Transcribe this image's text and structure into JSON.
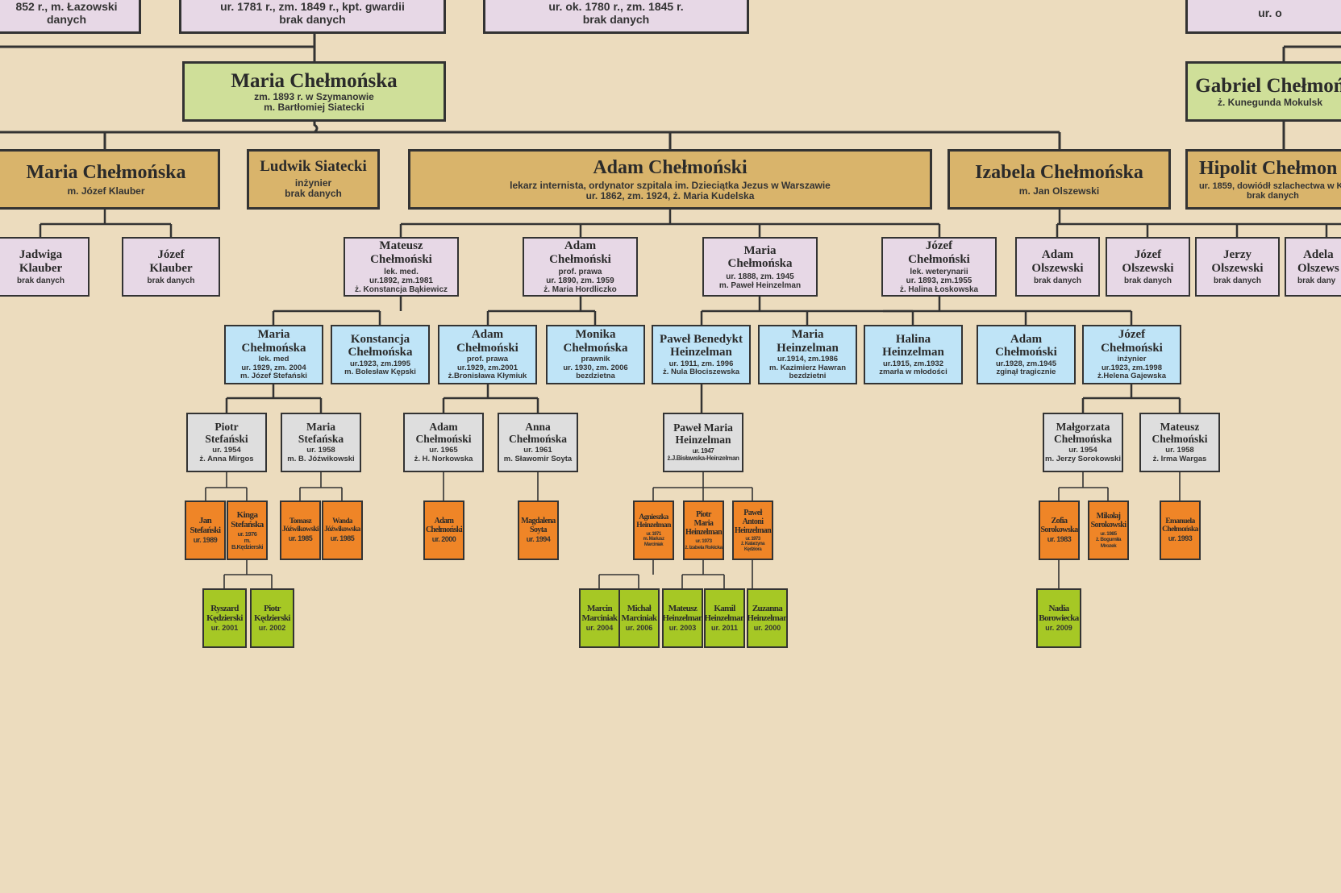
{
  "colors": {
    "background": "#ecdcbe",
    "line": "#333333",
    "generation_top": "#e7d8e6",
    "generation_1": "#cfdf99",
    "generation_2": "#d9b46b",
    "generation_3": "#e7d8e6",
    "generation_4": "#bfe4f7",
    "generation_5": "#dedede",
    "generation_6": "#ef8527",
    "generation_7": "#a6c825"
  },
  "people": [
    {
      "id": "t1",
      "name": "",
      "desc": "852 r.,  m. Łazowski\n danych"
    },
    {
      "id": "t2",
      "name": "",
      "desc": "ur. 1781 r., zm. 1849 r.,  kpt. gwardii\nbrak danych"
    },
    {
      "id": "t3",
      "name": "",
      "desc": "ur. ok. 1780 r., zm. 1845 r.\nbrak danych"
    },
    {
      "id": "t4",
      "name": "",
      "desc": "ur. o"
    },
    {
      "id": "g1a",
      "name": "Maria Chełmońska",
      "desc": "zm. 1893 r. w Szymanowie\nm. Bartłomiej Siatecki"
    },
    {
      "id": "g1b",
      "name": "Gabriel Chełmoń",
      "desc": "ż. Kunegunda Mokulsk"
    },
    {
      "id": "g2a",
      "name": "Maria Chełmońska",
      "desc": "m. Józef Klauber"
    },
    {
      "id": "g2b",
      "name": "Ludwik Siatecki",
      "desc": "inżynier\nbrak danych"
    },
    {
      "id": "g2c",
      "name": "Adam Chełmoński",
      "desc": "lekarz internista, ordynator szpitala im. Dzieciątka Jezus w Warszawie\nur. 1862, zm. 1924,  ż. Maria Kudelska"
    },
    {
      "id": "g2d",
      "name": "Izabela Chełmońska",
      "desc": "m. Jan Olszewski"
    },
    {
      "id": "g2e",
      "name": "Hipolit Chełmon",
      "desc": "ur. 1859, dowiódł szlachectwa w Kr\nbrak danych"
    },
    {
      "id": "g3a",
      "name": "Jadwiga\nKlauber",
      "desc": "brak danych"
    },
    {
      "id": "g3b",
      "name": "Józef\nKlauber",
      "desc": "brak danych"
    },
    {
      "id": "g3c",
      "name": "Mateusz\nChełmoński",
      "desc": "lek. med.\nur.1892, zm.1981\nż. Konstancja Bąkiewicz"
    },
    {
      "id": "g3d",
      "name": "Adam\nChełmoński",
      "desc": "prof. prawa\nur. 1890, zm. 1959\nż. Maria Hordliczko"
    },
    {
      "id": "g3e",
      "name": "Maria\nChełmońska",
      "desc": "ur. 1888, zm. 1945\nm. Paweł Heinzelman"
    },
    {
      "id": "g3f",
      "name": "Józef\nChełmoński",
      "desc": "lek. weterynarii\nur. 1893, zm.1955\nż. Halina Łoskowska"
    },
    {
      "id": "g3g",
      "name": "Adam\nOlszewski",
      "desc": "brak danych"
    },
    {
      "id": "g3h",
      "name": "Józef\nOlszewski",
      "desc": "brak danych"
    },
    {
      "id": "g3i",
      "name": "Jerzy\nOlszewski",
      "desc": "brak danych"
    },
    {
      "id": "g3j",
      "name": "Adela\nOlszews",
      "desc": "brak dany"
    },
    {
      "id": "g4a",
      "name": "Maria\nChełmońska",
      "desc": "lek. med\nur. 1929, zm. 2004\nm. Józef Stefański"
    },
    {
      "id": "g4b",
      "name": "Konstancja\nChełmońska",
      "desc": "ur.1923, zm.1995\nm. Bolesław Kępski"
    },
    {
      "id": "g4c",
      "name": "Adam\nChełmoński",
      "desc": "prof. prawa\nur.1929, zm.2001\nż.Bronisława Kłymiuk"
    },
    {
      "id": "g4d",
      "name": "Monika\nChełmońska",
      "desc": "prawnik\nur. 1930, zm. 2006\nbezdzietna"
    },
    {
      "id": "g4e",
      "name": "Paweł Benedykt\nHeinzelman",
      "desc": "ur. 1911, zm. 1996\nż. Nula Błociszewska"
    },
    {
      "id": "g4f",
      "name": "Maria\nHeinzelman",
      "desc": "ur.1914, zm.1986\nm. Kazimierz Hawran\nbezdzietni"
    },
    {
      "id": "g4g",
      "name": "Halina\nHeinzelman",
      "desc": "ur.1915, zm.1932\nzmarła w młodości"
    },
    {
      "id": "g4h",
      "name": "Adam\nChełmoński",
      "desc": "ur.1928, zm.1945\nzginął tragicznie"
    },
    {
      "id": "g4i",
      "name": "Józef\nChełmoński",
      "desc": "inżynier\nur.1923, zm.1998\nż.Helena Gajewska"
    },
    {
      "id": "g5a",
      "name": "Piotr\nStefański",
      "desc": "ur. 1954\nż. Anna Mirgos"
    },
    {
      "id": "g5b",
      "name": "Maria\nStefańska",
      "desc": "ur. 1958\nm. B. Jóźwikowski"
    },
    {
      "id": "g5c",
      "name": "Adam\nChełmoński",
      "desc": "ur. 1965\nż. H. Norkowska"
    },
    {
      "id": "g5d",
      "name": "Anna\nChełmońska",
      "desc": "ur. 1961\nm. Sławomir Soyta"
    },
    {
      "id": "g5e",
      "name": "Paweł Maria\nHeinzelman",
      "desc": "ur. 1947\nż.J.Bisławska-Heinzelman"
    },
    {
      "id": "g5f",
      "name": "Małgorzata\nChełmońska",
      "desc": "ur. 1954\nm. Jerzy Sorokowski"
    },
    {
      "id": "g5g",
      "name": "Mateusz\nChełmoński",
      "desc": "ur. 1958\nż. Irma Wargas"
    },
    {
      "id": "g6a",
      "name": "Jan\nStefański",
      "desc": "ur. 1989"
    },
    {
      "id": "g6b",
      "name": "Kinga\nStefańska",
      "desc": "ur. 1976\nm. B.Kędzierski"
    },
    {
      "id": "g6c",
      "name": "Tomasz\nJóźwikowski",
      "desc": "ur. 1985"
    },
    {
      "id": "g6d",
      "name": "Wanda\nJóźwikowska",
      "desc": "ur. 1985"
    },
    {
      "id": "g6e",
      "name": "Adam\nChełmoński",
      "desc": "ur. 2000"
    },
    {
      "id": "g6f",
      "name": "Magdalena\nSoyta",
      "desc": "ur. 1994"
    },
    {
      "id": "g6g",
      "name": "Agnieszka\nHeinzelman",
      "desc": "ur. 1971\nm. Mariusz Marciniak"
    },
    {
      "id": "g6h",
      "name": "Piotr\nMaria\nHeinzelman",
      "desc": "ur. 1973\nż. Izabela Rokicka"
    },
    {
      "id": "g6i",
      "name": "Paweł\nAntoni\nHeinzelman",
      "desc": "ur. 1973\nż. Katarzyna Kędziora"
    },
    {
      "id": "g6j",
      "name": "Zofia\nSorokowska",
      "desc": "ur. 1983"
    },
    {
      "id": "g6k",
      "name": "Mikołaj\nSorokowski",
      "desc": "ur. 1985\nż. Bogumiła Mrozek"
    },
    {
      "id": "g6l",
      "name": "Emanuela\nChełmońska",
      "desc": "ur. 1993"
    },
    {
      "id": "g7a",
      "name": "Ryszard\nKędzierski",
      "desc": "ur. 2001"
    },
    {
      "id": "g7b",
      "name": "Piotr\nKędzierski",
      "desc": "ur. 2002"
    },
    {
      "id": "g7c",
      "name": "Marcin\nMarciniak",
      "desc": "ur. 2004"
    },
    {
      "id": "g7d",
      "name": "Michał\nMarciniak",
      "desc": "ur. 2006"
    },
    {
      "id": "g7e",
      "name": "Mateusz\nHeinzelman",
      "desc": "ur. 2003"
    },
    {
      "id": "g7f",
      "name": "Kamil\nHeinzelman",
      "desc": "ur. 2011"
    },
    {
      "id": "g7g",
      "name": "Zuzanna\nHeinzelman",
      "desc": "ur. 2000"
    },
    {
      "id": "g7h",
      "name": "Nadia\nBorowiecka",
      "desc": "ur. 2009"
    }
  ]
}
